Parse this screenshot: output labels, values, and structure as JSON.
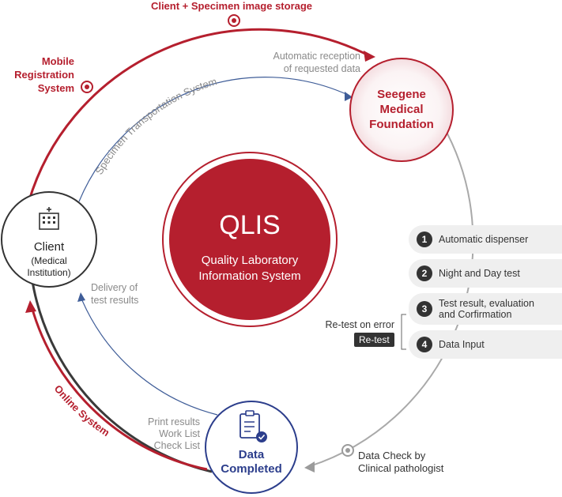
{
  "center": {
    "title": "QLIS",
    "subtitle_line1": "Quality Laboratory",
    "subtitle_line2": "Information System"
  },
  "nodes": {
    "client": {
      "line1": "Client",
      "line2": "(Medical",
      "line3": "Institution)"
    },
    "seegene": {
      "line1": "Seegene",
      "line2": "Medical",
      "line3": "Foundation"
    },
    "data_completed": {
      "line1": "Data",
      "line2": "Completed"
    }
  },
  "labels": {
    "top_storage": "Client + Specimen image storage",
    "mobile_line1": "Mobile",
    "mobile_line2": "Registration",
    "mobile_line3": "System",
    "auto_reception_line1": "Automatic reception",
    "auto_reception_line2": "of requested data",
    "transport": "Specimen Transportation System",
    "delivery_line1": "Delivery of",
    "delivery_line2": "test results",
    "online": "Online System",
    "print_line1": "Print results",
    "print_line2": "Work List",
    "print_line3": "Check List",
    "data_check_line1": "Data Check by",
    "data_check_line2": "Clinical pathologist",
    "retest_on_error": "Re-test on error",
    "retest_badge": "Re-test"
  },
  "steps": [
    {
      "num": "1",
      "label": "Automatic dispenser"
    },
    {
      "num": "2",
      "label": "Night and Day test"
    },
    {
      "num": "3",
      "label": "Test result, evaluation\nand Corfirmation"
    },
    {
      "num": "4",
      "label": "Data Input"
    }
  ],
  "colors": {
    "red": "#b51f2e",
    "navy": "#2c3e8c",
    "steel": "#3f5d98",
    "gray": "#9b9b9b",
    "dark": "#333333"
  }
}
